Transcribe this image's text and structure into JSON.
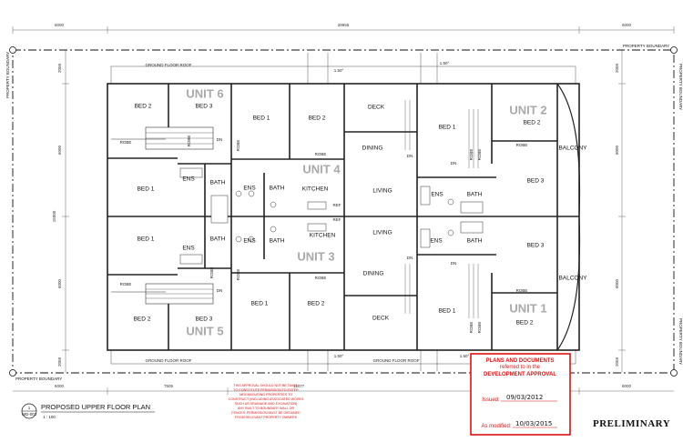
{
  "dimensions": {
    "top_left": "6000",
    "top_mid": "28655",
    "top_right": "6000",
    "left_top": "2058",
    "left_upper": "6000",
    "left_mid": "15000",
    "left_lower": "6000",
    "left_bottom": "2058",
    "right_top": "2058",
    "right_upper": "8000",
    "right_lower": "8000",
    "right_bottom": "2058",
    "bottom_left": "6000",
    "bottom_a": "7505",
    "bottom_b": "11477",
    "bottom_right": "6000",
    "setback_1": "1.50°",
    "setback_2": "1.50°"
  },
  "labels": {
    "property_boundary": "PROPERTY BOUNDARY",
    "ground_floor_roof": "GROUND FLOOR ROOF"
  },
  "rooms": {
    "bed1": "BED 1",
    "bed2": "BED 2",
    "bed3": "BED 3",
    "robe": "ROBE",
    "dn": "DN",
    "ens": "ENS",
    "bath": "BATH",
    "kitchen": "KITCHEN",
    "dining": "DINING",
    "living": "LIVING",
    "deck": "DECK",
    "balcony": "BALCONY",
    "ref": "REF"
  },
  "units": {
    "u1": "UNIT 1",
    "u2": "UNIT 2",
    "u3": "UNIT 3",
    "u4": "UNIT 4",
    "u5": "UNIT 5",
    "u6": "UNIT 6"
  },
  "title_block": {
    "number": "1",
    "sheet": "WD-002",
    "title": "PROPOSED UPPER FLOOR PLAN",
    "scale": "1 : 100"
  },
  "approval_note": [
    "THIS APPROVAL SHOULD NOT BE TAKEN",
    "TO CONSTITUTE PERMISSION TO ENTER",
    "NEIGHBOURING PROPERTIES TO",
    "CONSTRUCT (INCLUDING ASSOCIATED WORKS",
    "SUCH AS DRAINAGE AND EXCAVATION)",
    "ANY BUILT TO BOUNDARY WALL OR",
    "FENCES. PERMISSION MUST BE OBTAINED",
    "FROM RELEVANT PROPERTY OWNERS"
  ],
  "stamp": {
    "line1": "PLANS AND DOCUMENTS",
    "line2": "referred to in the",
    "line3": "DEVELOPMENT APPROVAL",
    "issued_label": "Issued:",
    "issued_date": "09/03/2012",
    "modified_label": "As modified:",
    "modified_date": "10/03/2015",
    "color": "#dd1111"
  },
  "status": "PRELIMINARY"
}
